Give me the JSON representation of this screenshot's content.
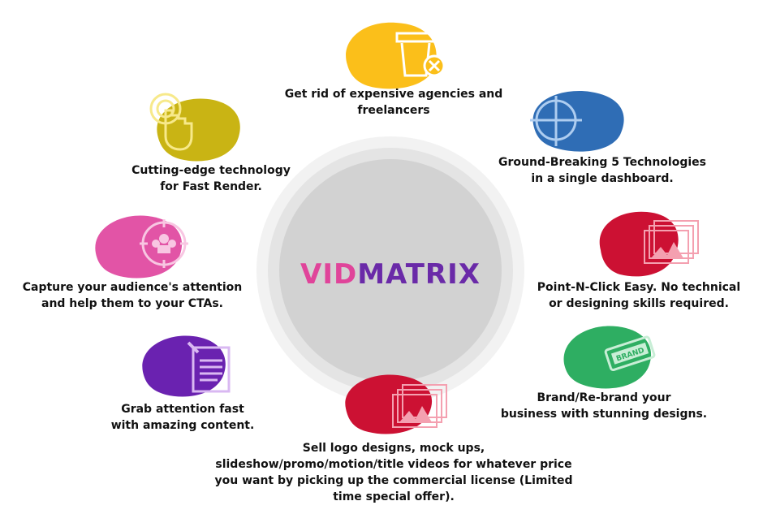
{
  "brand": {
    "part1": "VID",
    "part2": "MATRIX",
    "color1": "#e0449a",
    "color2": "#6a2aa8"
  },
  "features": [
    {
      "id": "agencies",
      "icon": "trash-cancel-icon",
      "color": "#fbbf1a",
      "lines": [
        "Get rid of expensive agencies and",
        "freelancers"
      ]
    },
    {
      "id": "technologies",
      "icon": "crosshair-icon",
      "color": "#2f6db5",
      "lines": [
        "Ground-Breaking 5 Technologies",
        "in a single dashboard."
      ]
    },
    {
      "id": "point-click",
      "icon": "image-stack-icon",
      "color": "#cc1133",
      "lines": [
        "Point-N-Click Easy. No technical",
        "or designing skills required."
      ]
    },
    {
      "id": "brand",
      "icon": "brand-tag-icon",
      "color": "#2eae62",
      "lines": [
        "Brand/Re-brand your",
        "business with stunning designs."
      ]
    },
    {
      "id": "sell",
      "icon": "image-stack-icon",
      "color": "#cc1133",
      "lines": [
        "Sell logo designs, mock ups,",
        "slideshow/promo/motion/title videos for whatever price",
        "you want by picking up the commercial license (Limited",
        "time special offer)."
      ]
    },
    {
      "id": "content",
      "icon": "document-icon",
      "color": "#6a22b0",
      "lines": [
        "Grab attention fast",
        "with amazing content."
      ]
    },
    {
      "id": "audience",
      "icon": "audience-target-icon",
      "color": "#e254a6",
      "lines": [
        "Capture your audience's attention",
        "and help them to your CTAs."
      ]
    },
    {
      "id": "render",
      "icon": "touch-icon",
      "color": "#c9b414",
      "lines": [
        "Cutting-edge technology",
        "for Fast Render."
      ]
    }
  ]
}
